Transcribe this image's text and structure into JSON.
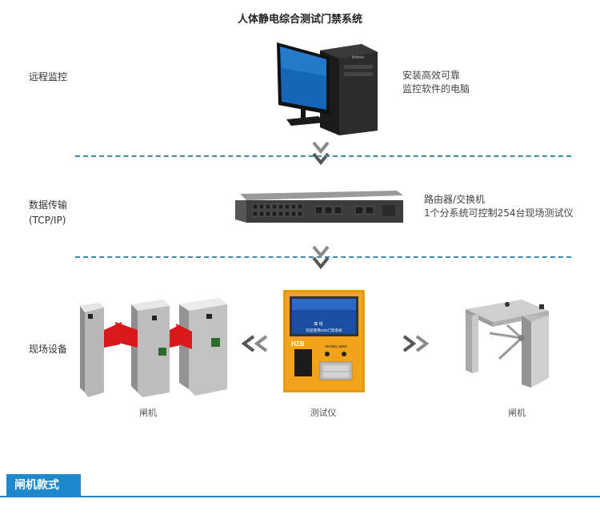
{
  "title": "人体静电综合测试门禁系统",
  "left_labels": {
    "remote": "远程监控",
    "data_line1": "数据传输",
    "data_line2": "(TCP/IP)",
    "site": "现场设备"
  },
  "notes": {
    "pc_line1": "安装高效可靠",
    "pc_line2": "监控软件的电脑",
    "switch_line1": "路由器/交换机",
    "switch_line2": "1个分系统可控制254台现场测试仪"
  },
  "captions": {
    "gate_left": "闸机",
    "tester": "测试仪",
    "gate_right": "闸机"
  },
  "device_text": {
    "pc_brand": "lenovo",
    "tester_brand": "HZB",
    "tester_model": "MODEL:6800",
    "tester_screen_line": "欢迎使用ESD门禁系统",
    "tester_screen_mid": "离 线"
  },
  "section": {
    "heading": "闸机款式"
  },
  "colors": {
    "accent": "#1d88cc",
    "dash": "#3f88b0",
    "tester_body": "#f2a31c",
    "gate_flap": "#d8181b"
  }
}
